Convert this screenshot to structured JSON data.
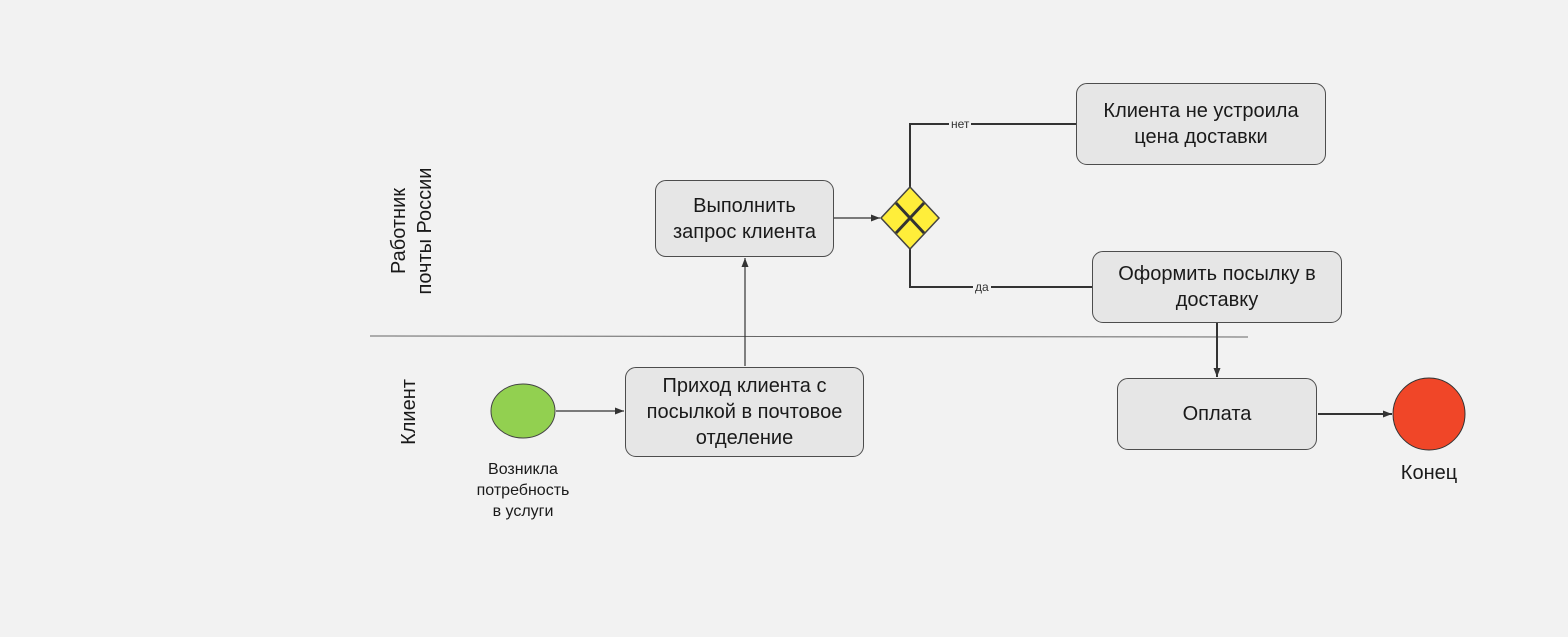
{
  "lanes": {
    "worker": "Работник\nпочты России",
    "client": "Клиент"
  },
  "nodes": {
    "arrival": "Приход клиента с\nпосылкой в почтовое\nотделение",
    "fulfill": "Выполнить\nзапрос клиента",
    "rejected": "Клиента не устроила\nцена доставки",
    "ship": "Оформить посылку в\nдоставку",
    "payment": "Оплата"
  },
  "events": {
    "start": "Возникла\nпотребность\nв услуги",
    "end": "Конец"
  },
  "edges": {
    "no": "нет",
    "yes": "да"
  },
  "colors": {
    "background": "#f2f2f2",
    "task_fill": "#e6e6e6",
    "task_stroke": "#4d4d4d",
    "start_fill": "#92d050",
    "end_fill": "#f04628",
    "gateway_fill": "#ffee3a"
  }
}
